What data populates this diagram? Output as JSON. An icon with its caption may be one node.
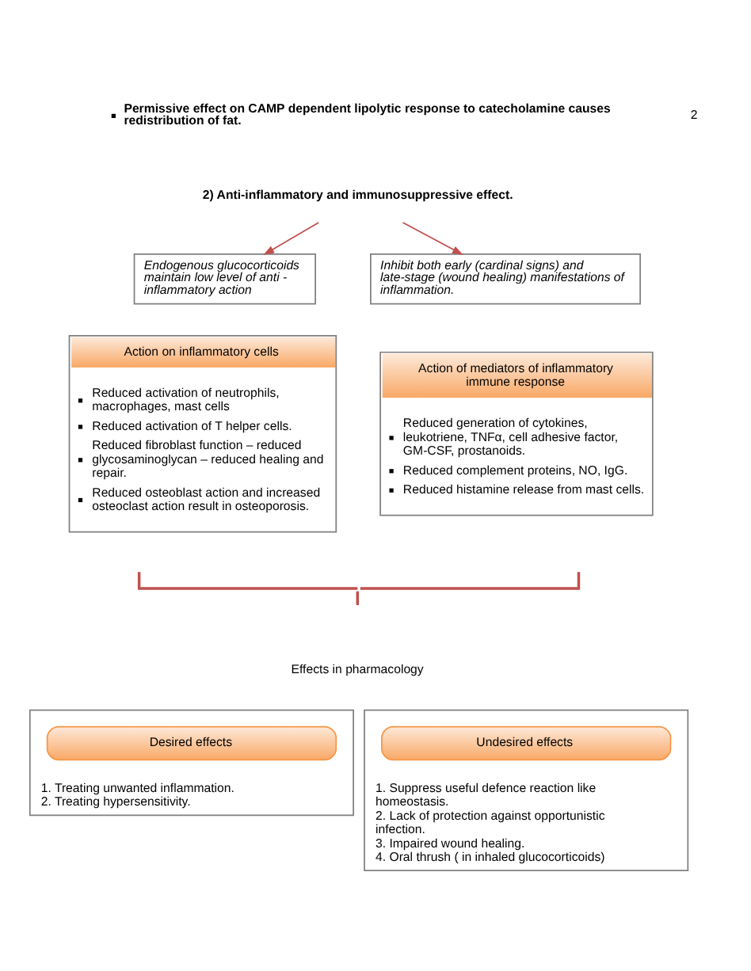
{
  "diagram": {
    "nodes": [
      {
        "text": [
          "2) Anti-inflammatory and immunosuppressive effect."
        ]
      },
      {
        "text": [
          "Endogenous glucocorticoids maintain low level of anti - inflammatory action"
        ]
      },
      {
        "text": [
          "Inhibit both early (cardinal signs) and late-stage (wound healing) manifestations of inflammation."
        ]
      },
      {
        "text": [
          "Action on inflammatory cells",
          "Reduced activation of neutrophils, macrophages, mast cells",
          "Reduced activation of T helper cells.",
          "Reduced fibroblast function – reduced glycosaminoglycan – reduced healing and repair.",
          "Reduced osteoblast action and increased osteoclast action result in osteoporosis."
        ]
      },
      {
        "text": [
          "Action of mediators of inflammatory immune response",
          "Reduced generation of cytokines, leukotriene, TNFα, cell adhesive factor, GM-CSF, prostanoids.",
          "Reduced complement proteins, NO, IgG.",
          "Reduced histamine release from mast cells."
        ]
      },
      {
        "text": [
          "1. Treating unwanted inflammation.",
          "2. Treating hypersensitivity."
        ]
      },
      {
        "text": [
          "Desired effects"
        ],
        "in": 5
      },
      {
        "text": [
          "1. Suppress useful defence reaction like homeostasis.",
          "2. Lack of protection against opportunistic infection.",
          "3. Impaired wound healing.",
          "4. Oral thrush ( in inhaled glucocorticoids)"
        ]
      },
      {
        "text": [
          "Undesired effects"
        ],
        "in": 7
      }
    ],
    "edges": [
      {
        "from": 0,
        "to": 1,
        "arrow": "to"
      },
      {
        "from": 0,
        "to": 2,
        "arrow": "to"
      }
    ],
    "labels": [
      "2",
      "Permissive effect on CAMP dependent lipolytic response to catecholamine causes redistribution of fat.",
      "Effects in pharmacology"
    ]
  }
}
